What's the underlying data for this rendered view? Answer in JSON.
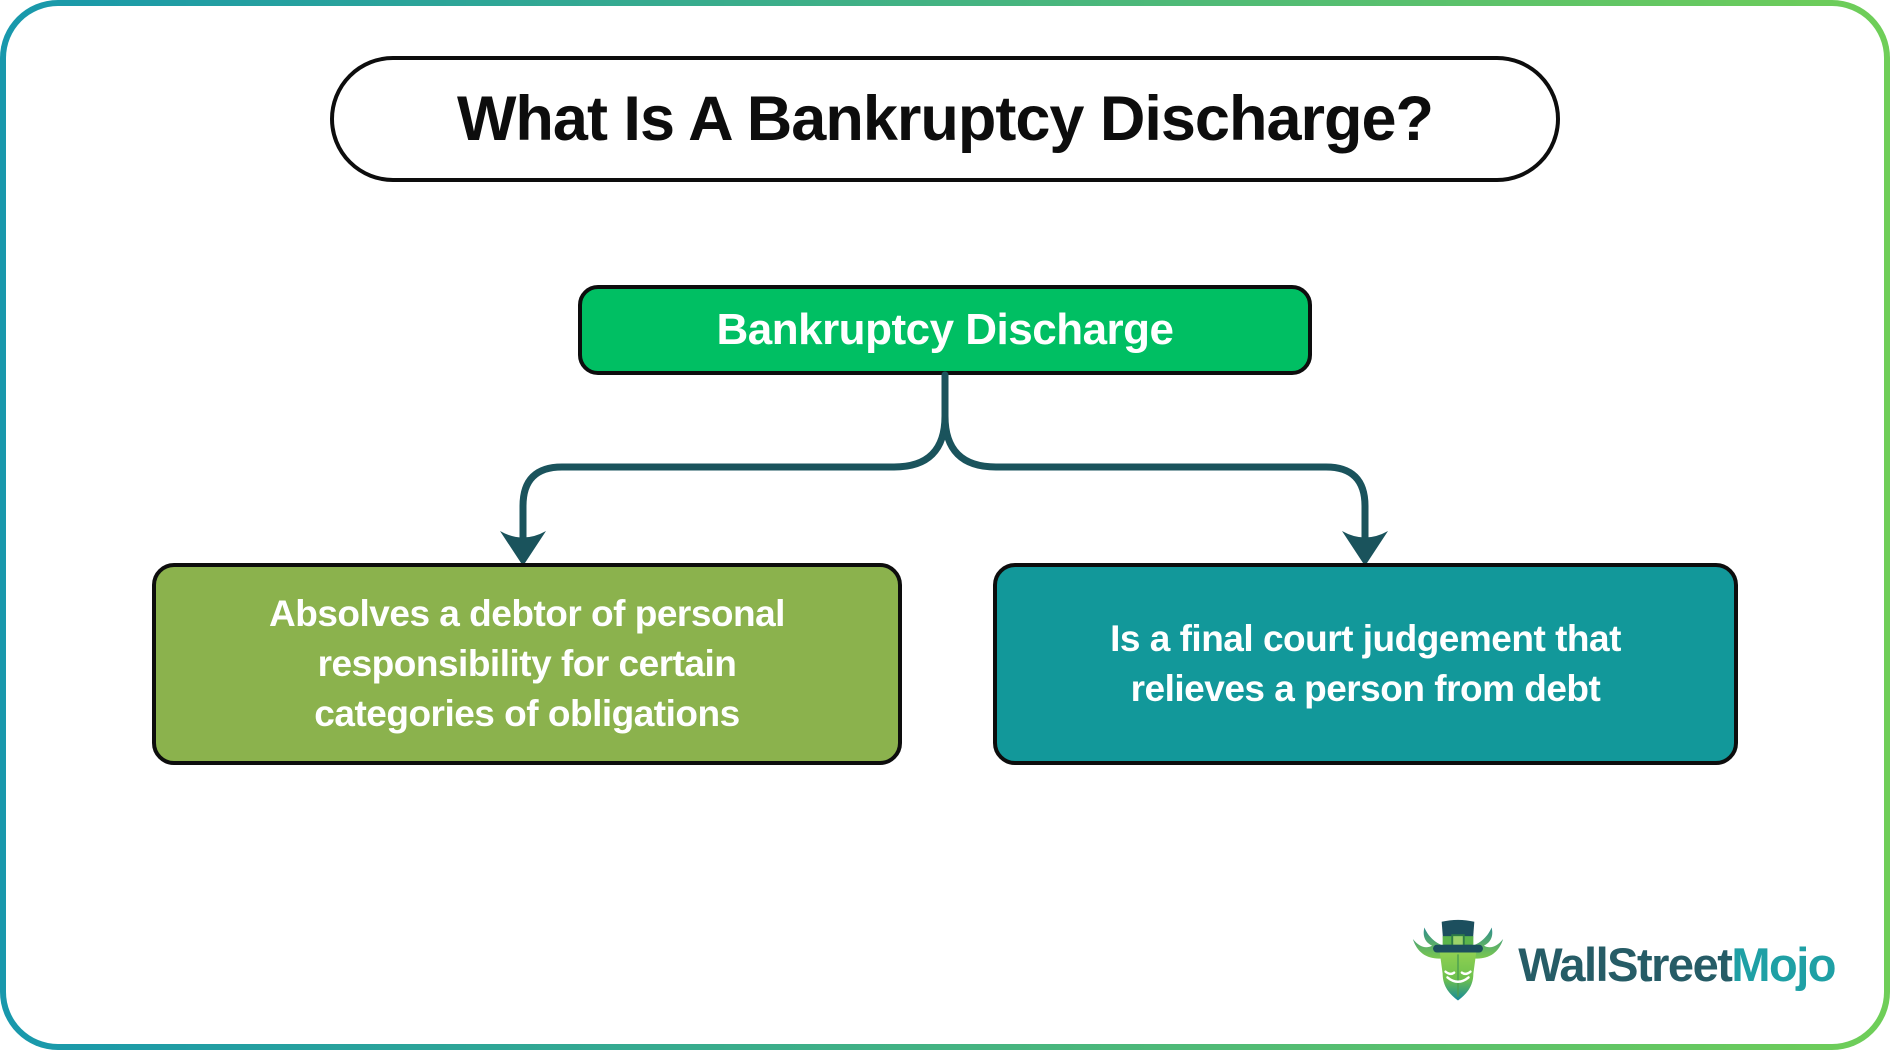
{
  "theme": {
    "border-left": "#1898AC",
    "border-right": "#6FCE58",
    "connector": "#1A535C",
    "root-fill": "#00BF63",
    "left-fill": "#8BB24D",
    "right-fill": "#12989A",
    "box-border": "#0d0d0d",
    "title-color": "#0d0d0d",
    "text-on-fill": "#ffffff",
    "brand-dark": "#265C66",
    "brand-teal": "#1FA0A5"
  },
  "title": {
    "text": "What Is A Bankruptcy Discharge?"
  },
  "diagram": {
    "root": {
      "label": "Bankruptcy Discharge"
    },
    "left_child": {
      "lines": [
        "Absolves a debtor of personal",
        "responsibility for certain",
        "categories of obligations"
      ]
    },
    "right_child": {
      "lines": [
        "Is a final court judgement that",
        "relieves a person from debt"
      ]
    }
  },
  "logo": {
    "brand_primary": "WallStreet",
    "brand_secondary": "Mojo",
    "icon": "bull-with-top-hat-icon"
  }
}
